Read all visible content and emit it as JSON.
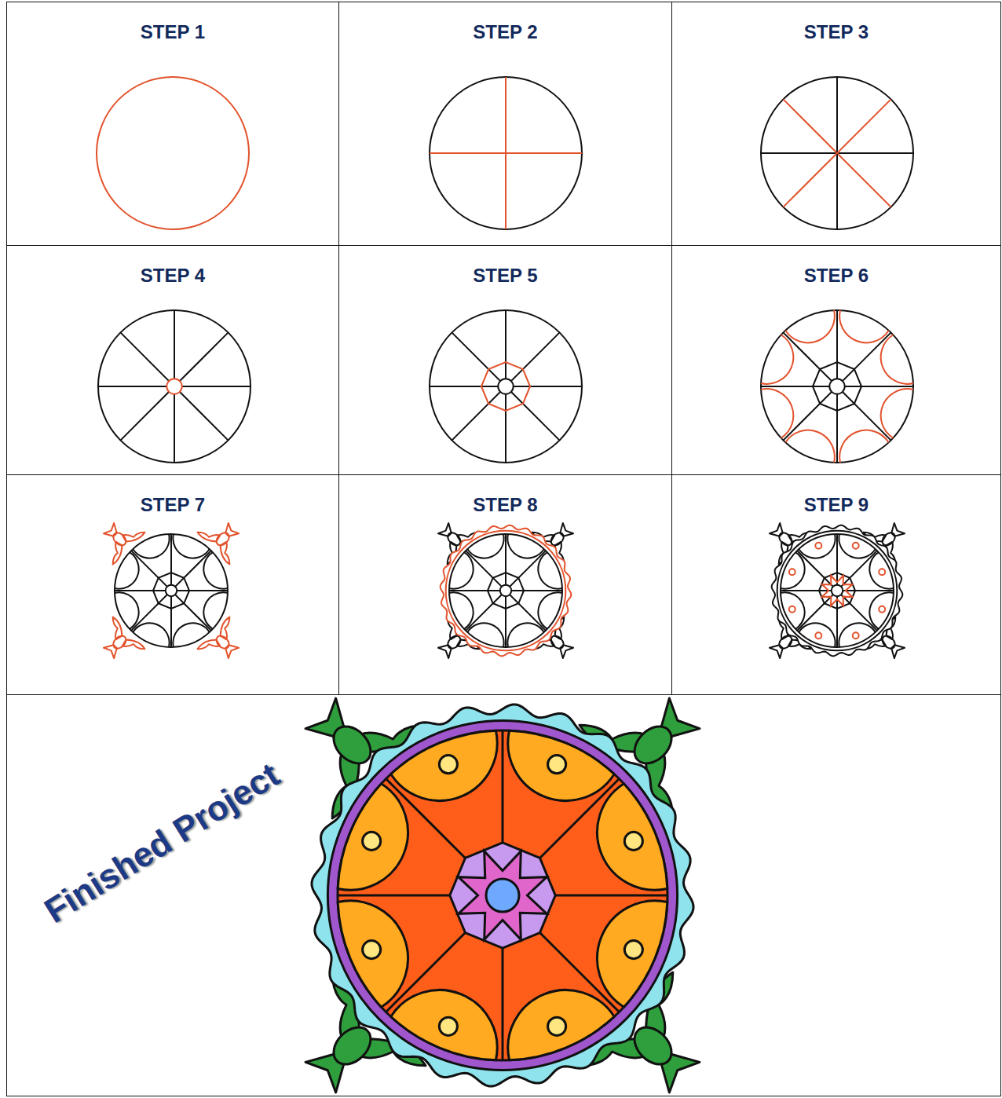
{
  "diagram": {
    "nodes": [
      {
        "text": [
          "STEP 1"
        ]
      },
      {
        "text": [
          "STEP 2"
        ]
      },
      {
        "text": [
          "STEP 3"
        ]
      },
      {
        "text": [
          "STEP 4"
        ]
      },
      {
        "text": [
          "STEP 5"
        ]
      },
      {
        "text": [
          "STEP 6"
        ]
      },
      {
        "text": [
          "STEP 7"
        ]
      },
      {
        "text": [
          "STEP 8"
        ]
      },
      {
        "text": [
          "STEP 9"
        ]
      },
      {
        "text": [
          "Finished Project"
        ]
      }
    ]
  }
}
